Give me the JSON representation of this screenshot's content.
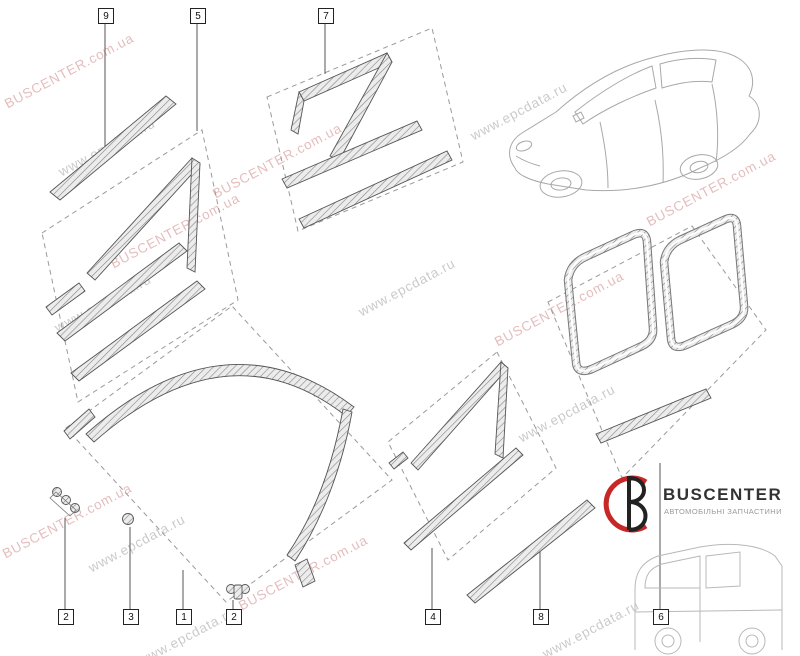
{
  "watermarks": {
    "buscenter": "BUSCENTER.com.ua",
    "epcdata": "www.epcdata.ru"
  },
  "callouts": {
    "top": [
      "9",
      "5",
      "7"
    ],
    "bottom": [
      "2",
      "3",
      "1",
      "2",
      "4",
      "8",
      "6"
    ]
  },
  "logo": {
    "title": "BUSCENTER",
    "subtitle": "АВТОМОБІЛЬНІ ЗАПЧАСТИНИ",
    "accent_color": "#c62828"
  }
}
